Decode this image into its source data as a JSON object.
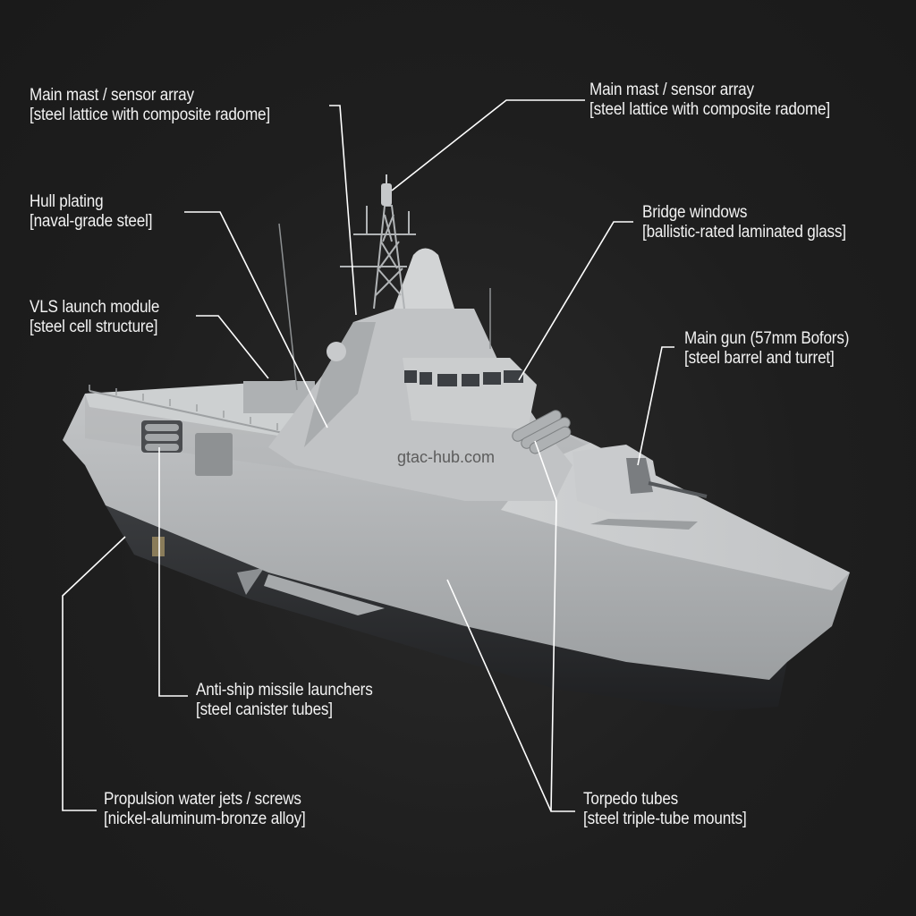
{
  "diagram": {
    "subject": "Stealth corvette warship - materials callout diagram",
    "watermark": "gtac-hub.com",
    "colors": {
      "background": "#1e1e1e",
      "hull": "#b9bbbd",
      "hull_shadow": "#8d9092",
      "waterline": "#2e3033",
      "text": "#f2f2f2",
      "leader": "#ffffff"
    },
    "callouts": [
      {
        "id": "mast-left",
        "title": "Main mast / sensor array",
        "material": "[steel lattice with composite radome]"
      },
      {
        "id": "hull",
        "title": "Hull plating",
        "material": "[naval-grade steel]"
      },
      {
        "id": "vls",
        "title": "VLS launch module",
        "material": "[steel cell structure]"
      },
      {
        "id": "mast-right",
        "title": "Main mast / sensor array",
        "material": "[steel lattice with composite radome]"
      },
      {
        "id": "bridge",
        "title": "Bridge windows",
        "material": "[ballistic-rated laminated glass]"
      },
      {
        "id": "gun",
        "title": "Main gun (57mm Bofors)",
        "material": "[steel barrel and turret]"
      },
      {
        "id": "antiship",
        "title": "Anti-ship missile launchers",
        "material": "[steel canister tubes]"
      },
      {
        "id": "propulsion",
        "title": "Propulsion water jets / screws",
        "material": "[nickel-aluminum-bronze alloy]"
      },
      {
        "id": "torpedo",
        "title": "Torpedo tubes",
        "material": "[steel triple-tube mounts]"
      }
    ]
  }
}
